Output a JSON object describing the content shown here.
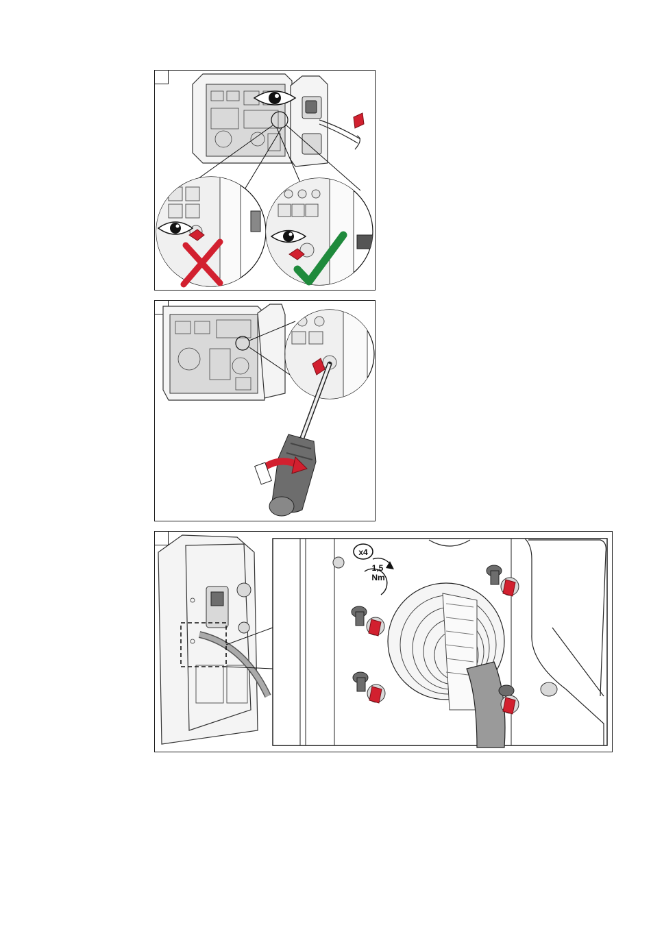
{
  "colors": {
    "accent_red": "#d2202f",
    "accent_green": "#1f8a3c",
    "frame": "#1a1a1a",
    "cable_grey": "#9a9a9a"
  },
  "icons": [
    "eye-icon",
    "cross-icon",
    "check-icon",
    "rotate-arrow-icon",
    "step-arrow-icon"
  ],
  "panel3": {
    "quantity_label": "x4",
    "torque_value": "1,5",
    "torque_unit": "Nm"
  }
}
